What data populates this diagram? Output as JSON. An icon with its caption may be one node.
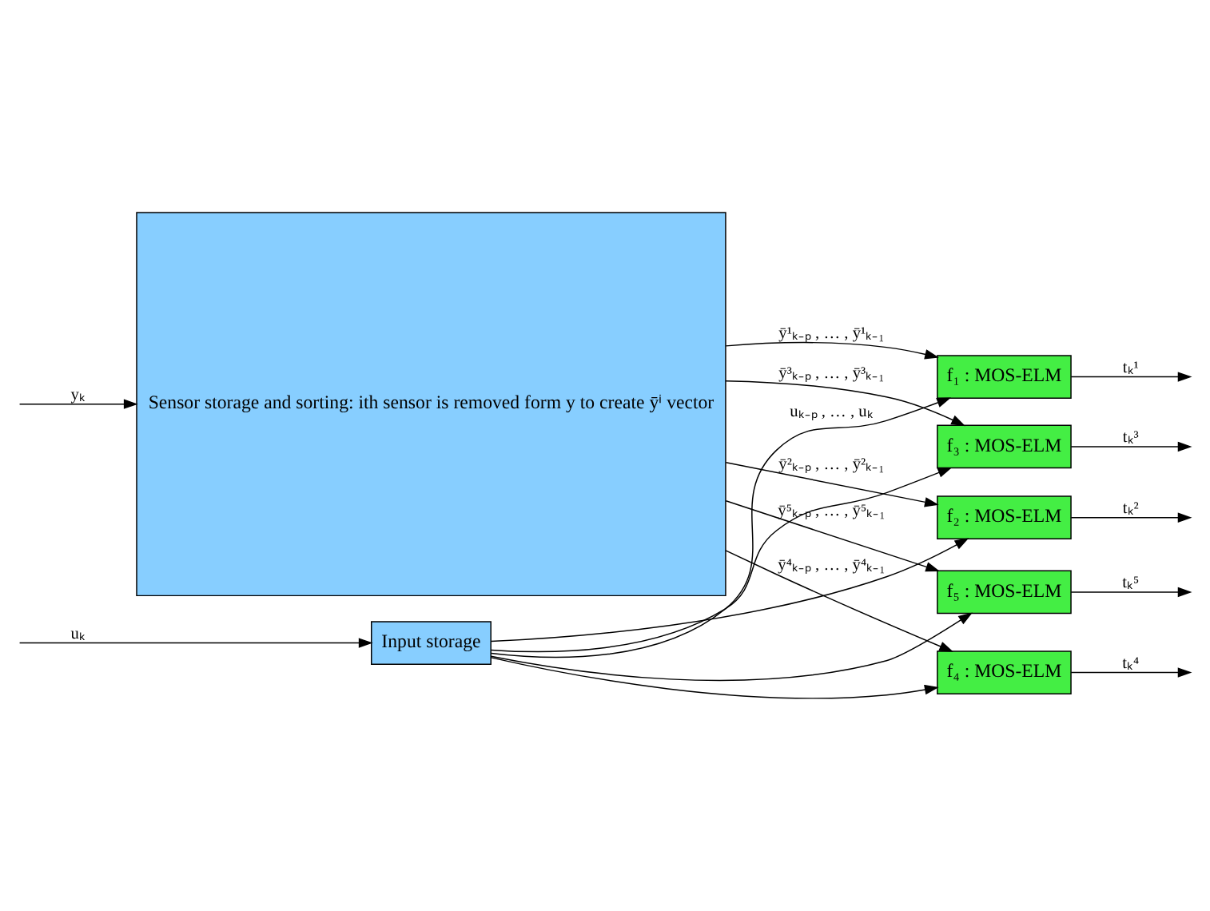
{
  "diagram": {
    "nodes": [
      {
        "text": [
          "Sensor storage and sorting: ith sensor is removed form y to create ȳⁱ vector"
        ]
      },
      {
        "text": [
          "Input storage"
        ]
      },
      {
        "text": [
          "f₁ : MOS-ELM"
        ]
      },
      {
        "text": [
          "f₂ : MOS-ELM"
        ]
      },
      {
        "text": [
          "f₃ : MOS-ELM"
        ]
      },
      {
        "text": [
          "f₄ : MOS-ELM"
        ]
      },
      {
        "text": [
          "f₅ : MOS-ELM"
        ]
      }
    ],
    "edges": [
      {
        "from": null,
        "to": 0,
        "arrow": "to",
        "label": "yₖ"
      },
      {
        "from": null,
        "to": 1,
        "arrow": "to",
        "label": "uₖ"
      },
      {
        "from": 0,
        "to": 2,
        "arrow": "to",
        "label": "ȳ¹ₖ₋ₚ , … , ȳ¹ₖ₋₁"
      },
      {
        "from": 0,
        "to": 3,
        "arrow": "to",
        "label": "ȳ²ₖ₋ₚ , … , ȳ²ₖ₋₁"
      },
      {
        "from": 0,
        "to": 4,
        "arrow": "to",
        "label": "ȳ³ₖ₋ₚ , … , ȳ³ₖ₋₁"
      },
      {
        "from": 0,
        "to": 5,
        "arrow": "to",
        "label": "ȳ⁴ₖ₋ₚ , … , ȳ⁴ₖ₋₁"
      },
      {
        "from": 0,
        "to": 6,
        "arrow": "to",
        "label": "ȳ⁵ₖ₋ₚ , … , ȳ⁵ₖ₋₁"
      },
      {
        "from": 1,
        "to": 2,
        "arrow": "to",
        "label": "uₖ₋ₚ , … , uₖ"
      },
      {
        "from": 1,
        "to": 3,
        "arrow": "to"
      },
      {
        "from": 1,
        "to": 4,
        "arrow": "to"
      },
      {
        "from": 1,
        "to": 5,
        "arrow": "to"
      },
      {
        "from": 1,
        "to": 6,
        "arrow": "to"
      },
      {
        "from": 2,
        "to": null,
        "arrow": "to",
        "label": "tₖ¹"
      },
      {
        "from": 3,
        "to": null,
        "arrow": "to",
        "label": "tₖ²"
      },
      {
        "from": 4,
        "to": null,
        "arrow": "to",
        "label": "tₖ³"
      },
      {
        "from": 5,
        "to": null,
        "arrow": "to",
        "label": "tₖ⁴"
      },
      {
        "from": 6,
        "to": null,
        "arrow": "to",
        "label": "tₖ⁵"
      }
    ]
  }
}
